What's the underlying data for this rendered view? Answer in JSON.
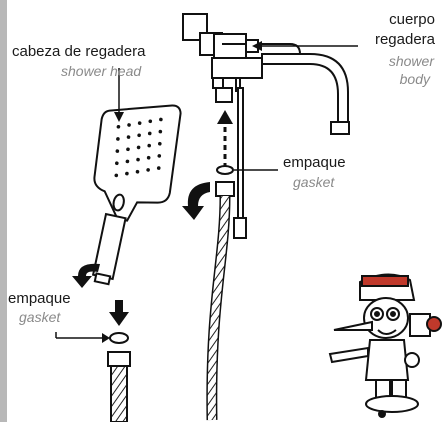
{
  "labels": {
    "shower_head": {
      "es": "cabeza de regadera",
      "en": "shower head"
    },
    "shower_body": {
      "es_line1": "cuerpo",
      "es_line2": "regadera",
      "en_line1": "shower",
      "en_line2": "body"
    },
    "gasket_top": {
      "es": "empaque",
      "en": "gasket"
    },
    "gasket_bottom": {
      "es": "empaque",
      "en": "gasket"
    }
  },
  "colors": {
    "text": "#1a1a1a",
    "subtext": "#8a8a8a",
    "sidebar": "#b8b8b8",
    "mascot_accent": "#c0392b"
  },
  "icons": [
    "shower-head-icon",
    "shower-body-icon",
    "hose-icon",
    "gasket-icon",
    "rotate-arrow-icon",
    "down-arrow-icon",
    "up-arrow-icon",
    "plumber-mascot-icon"
  ]
}
